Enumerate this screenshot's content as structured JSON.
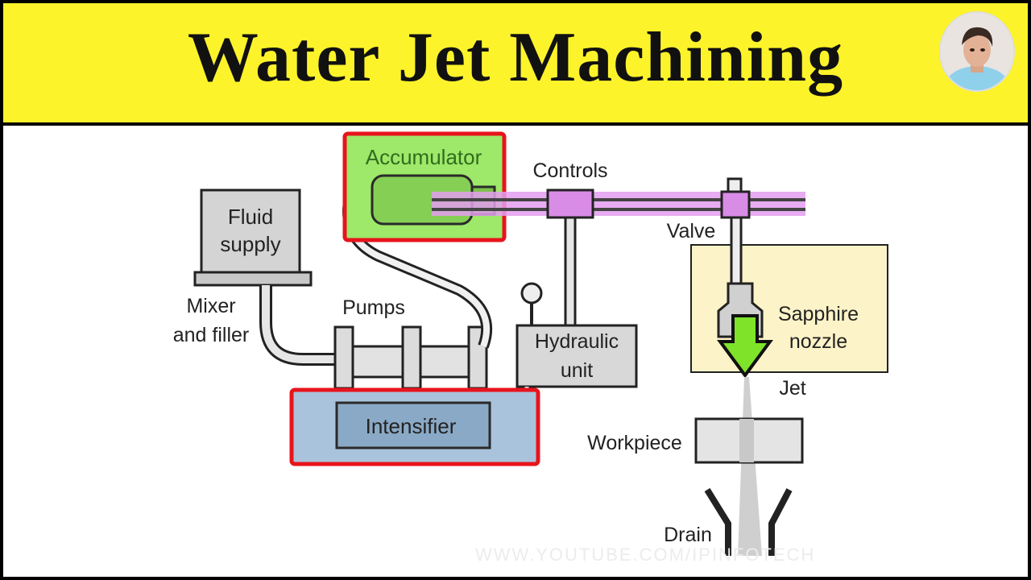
{
  "header": {
    "title": "Water Jet Machining",
    "banner_color": "#fdf32b"
  },
  "diagram": {
    "labels": {
      "fluid_supply": [
        "Fluid",
        "supply"
      ],
      "mixer_filler": [
        "Mixer",
        "and filler"
      ],
      "pumps": "Pumps",
      "accumulator": "Accumulator",
      "controls": "Controls",
      "valve": "Valve",
      "hydraulic_unit": [
        "Hydraulic",
        "unit"
      ],
      "intensifier": "Intensifier",
      "sapphire_nozzle": [
        "Sapphire",
        "nozzle"
      ],
      "jet": "Jet",
      "workpiece": "Workpiece",
      "drain": "Drain"
    },
    "highlights": {
      "accumulator_fill": "#9ee86a",
      "intensifier_fill": "#a9c3dc",
      "control_line": "#e49ef0",
      "nozzle_box": "#fdf3c8",
      "outline_red": "#e8141c",
      "arrow_green": "#7fe32a"
    }
  },
  "watermark": "WWW.YOUTUBE.COM/IPINFOTECH"
}
